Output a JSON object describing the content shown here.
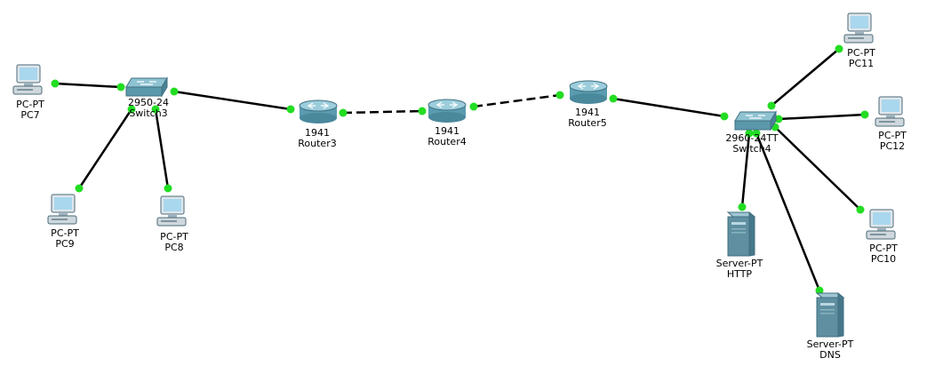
{
  "colors": {
    "link": "#000000",
    "port_up": "#22dd22",
    "router_body": "#5a9bb0",
    "switch_body": "#6aa6b8",
    "pc_screen": "#a9d7ee",
    "server_body": "#5f8fa0"
  },
  "devices": [
    {
      "id": "pc7",
      "kind": "pc",
      "model": "PC-PT",
      "name": "PC7"
    },
    {
      "id": "pc9",
      "kind": "pc",
      "model": "PC-PT",
      "name": "PC9"
    },
    {
      "id": "pc8",
      "kind": "pc",
      "model": "PC-PT",
      "name": "PC8"
    },
    {
      "id": "switch3",
      "kind": "switch",
      "model": "2950-24",
      "name": "Switch3"
    },
    {
      "id": "router3",
      "kind": "router",
      "model": "1941",
      "name": "Router3"
    },
    {
      "id": "router4",
      "kind": "router",
      "model": "1941",
      "name": "Router4"
    },
    {
      "id": "router5",
      "kind": "router",
      "model": "1941",
      "name": "Router5"
    },
    {
      "id": "switch4",
      "kind": "switch",
      "model": "2960-24TT",
      "name": "Switch4"
    },
    {
      "id": "pc11",
      "kind": "pc",
      "model": "PC-PT",
      "name": "PC11"
    },
    {
      "id": "pc12",
      "kind": "pc",
      "model": "PC-PT",
      "name": "PC12"
    },
    {
      "id": "pc10",
      "kind": "pc",
      "model": "PC-PT",
      "name": "PC10"
    },
    {
      "id": "http",
      "kind": "server",
      "model": "Server-PT",
      "name": "HTTP"
    },
    {
      "id": "dns",
      "kind": "server",
      "model": "Server-PT",
      "name": "DNS"
    }
  ],
  "links": [
    {
      "from": "pc7",
      "to": "switch3",
      "type": "straight"
    },
    {
      "from": "pc9",
      "to": "switch3",
      "type": "straight"
    },
    {
      "from": "pc8",
      "to": "switch3",
      "type": "straight"
    },
    {
      "from": "switch3",
      "to": "router3",
      "type": "straight"
    },
    {
      "from": "router3",
      "to": "router4",
      "type": "serial"
    },
    {
      "from": "router4",
      "to": "router5",
      "type": "serial"
    },
    {
      "from": "router5",
      "to": "switch4",
      "type": "straight"
    },
    {
      "from": "switch4",
      "to": "pc11",
      "type": "straight"
    },
    {
      "from": "switch4",
      "to": "pc12",
      "type": "straight"
    },
    {
      "from": "switch4",
      "to": "pc10",
      "type": "straight"
    },
    {
      "from": "switch4",
      "to": "http",
      "type": "straight"
    },
    {
      "from": "switch4",
      "to": "dns",
      "type": "straight"
    }
  ]
}
